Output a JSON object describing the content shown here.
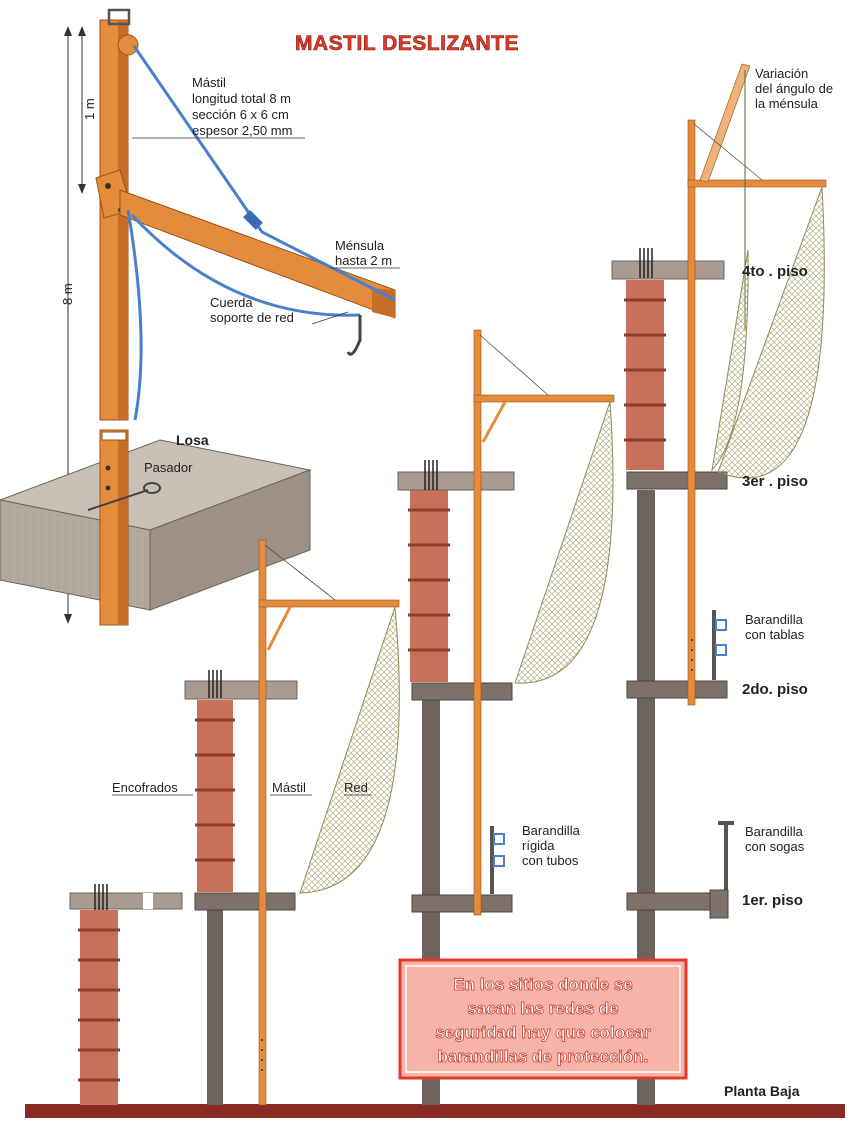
{
  "title": "MASTIL DESLIZANTE",
  "colors": {
    "mast": "#e58c3c",
    "mast_dark": "#b8631e",
    "rope": "#4a7fd0",
    "slab": "#a99b8f",
    "slab_dark": "#6f6258",
    "column": "#6d625d",
    "formwork": "#c9705a",
    "net": "#b6b486",
    "ground": "#8a2a24",
    "warning_border": "#e03a2a",
    "warning_bg": "#f6b3a8"
  },
  "detail": {
    "mast_spec": [
      "Mástil",
      "longitud total 8 m",
      "sección 6 x 6 cm",
      "espesor 2,50 mm"
    ],
    "dim_1m": "1 m",
    "dim_8m": "8 m",
    "bracket": [
      "Ménsula",
      "hasta 2 m"
    ],
    "rope": [
      "Cuerda",
      "soporte de red"
    ],
    "slab": "Losa",
    "pin": "Pasador"
  },
  "labels": {
    "formwork": "Encofrados",
    "mast": "Mástil",
    "net": "Red",
    "angle_variation": [
      "Variación",
      "del ángulo de",
      "la ménsula"
    ],
    "railing_rigid": [
      "Barandilla",
      "rígida",
      "con tubos"
    ],
    "railing_boards": [
      "Barandilla",
      "con tablas"
    ],
    "railing_ropes": [
      "Barandilla",
      "con sogas"
    ]
  },
  "floors": {
    "fourth": "4to . piso",
    "third": "3er . piso",
    "second": "2do. piso",
    "first": "1er. piso",
    "ground": "Planta Baja"
  },
  "warning": [
    "En los sitios donde se",
    "sacan las redes de",
    "seguridad hay que colocar",
    "barandillas de protección."
  ]
}
